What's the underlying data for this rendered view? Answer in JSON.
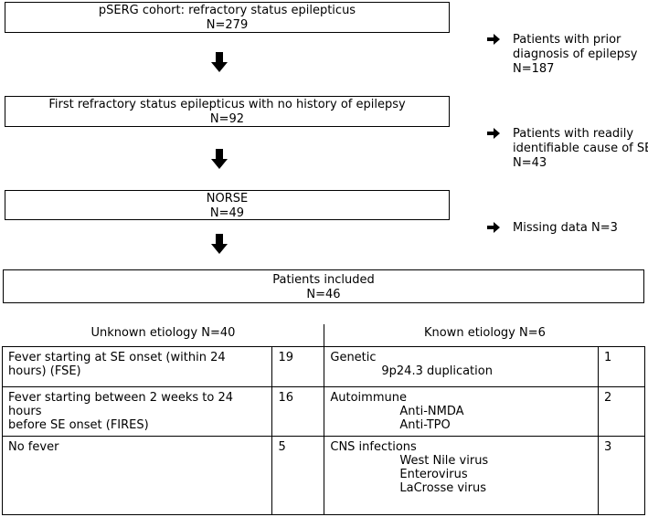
{
  "flow": {
    "box1": {
      "line1": "pSERG cohort: refractory status epilepticus",
      "line2": "N=279"
    },
    "box2": {
      "line1": "First refractory status epilepticus with no history of epilepsy",
      "line2": "N=92"
    },
    "box3": {
      "line1": "NORSE",
      "line2": "N=49"
    },
    "box4": {
      "line1": "Patients included",
      "line2": "N=46"
    }
  },
  "exclusions": [
    {
      "lines": [
        "Patients with prior",
        "diagnosis of epilepsy",
        "N=187"
      ]
    },
    {
      "lines": [
        "Patients with readily",
        "identifiable cause of SE",
        "N=43"
      ]
    },
    {
      "lines": [
        "Missing data N=3"
      ]
    }
  ],
  "table": {
    "left_header": "Unknown etiology N=40",
    "right_header": "Known etiology N=6",
    "rows": [
      {
        "unknown_label_lines": [
          "Fever starting at  SE onset (within 24 hours) (FSE)"
        ],
        "unknown_count": "19",
        "known_category": "Genetic",
        "known_items": [
          "9p24.3 duplication"
        ],
        "known_count": "1"
      },
      {
        "unknown_label_lines": [
          "Fever starting between 2 weeks to 24 hours",
          "before SE onset (FIRES)"
        ],
        "unknown_count": "16",
        "known_category": "Autoimmune",
        "known_items": [
          "Anti-NMDA",
          "Anti-TPO"
        ],
        "known_count": "2"
      },
      {
        "unknown_label_lines": [
          "No fever"
        ],
        "unknown_count": "5",
        "known_category": "CNS infections",
        "known_items": [
          "West Nile virus",
          "Enterovirus",
          "LaCrosse virus"
        ],
        "known_count": "3"
      }
    ]
  }
}
